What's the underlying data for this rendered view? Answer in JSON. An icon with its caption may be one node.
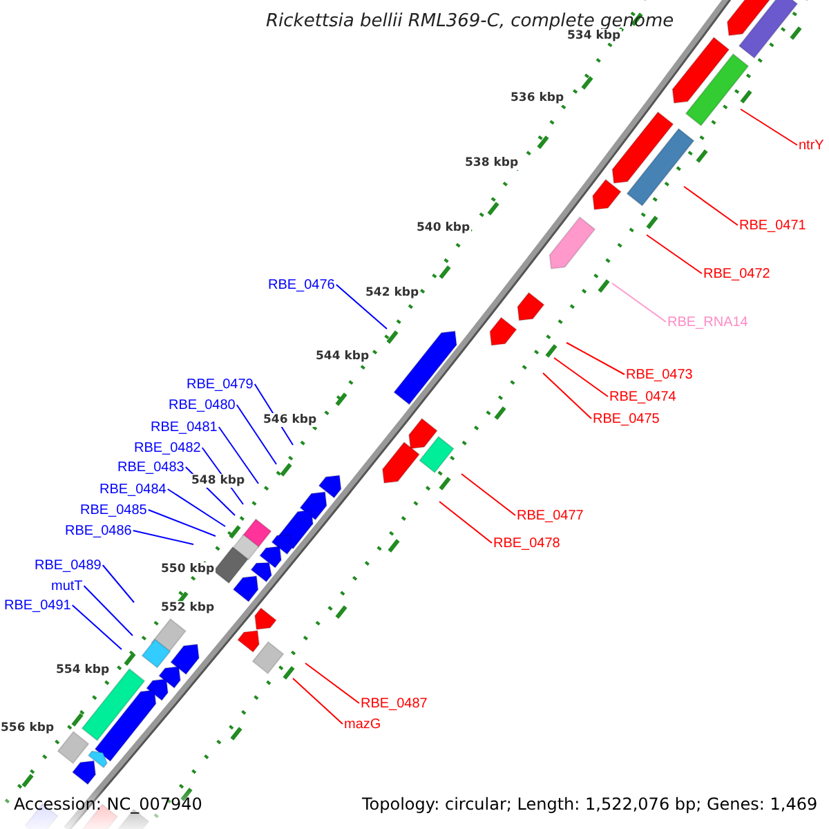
{
  "diagram": {
    "title": "Rickettsia bellii RML369-C, complete genome",
    "nodes": [
      {
        "text": [
          "ntrY"
        ]
      },
      {
        "text": [
          "RBE_0471"
        ]
      },
      {
        "text": [
          "RBE_0472"
        ]
      },
      {
        "text": [
          "RBE_0476"
        ]
      },
      {
        "text": [
          "RBE_RNA14"
        ]
      },
      {
        "text": [
          "RBE_0473"
        ]
      },
      {
        "text": [
          "RBE_0479"
        ]
      },
      {
        "text": [
          "RBE_0474"
        ]
      },
      {
        "text": [
          "RBE_0480"
        ]
      },
      {
        "text": [
          "RBE_0475"
        ]
      },
      {
        "text": [
          "RBE_0481"
        ]
      },
      {
        "text": [
          "RBE_0482"
        ]
      },
      {
        "text": [
          "RBE_0483"
        ]
      },
      {
        "text": [
          "RBE_0484"
        ]
      },
      {
        "text": [
          "RBE_0485"
        ]
      },
      {
        "text": [
          "RBE_0477"
        ]
      },
      {
        "text": [
          "RBE_0486"
        ]
      },
      {
        "text": [
          "RBE_0478"
        ]
      },
      {
        "text": [
          "RBE_0489"
        ]
      },
      {
        "text": [
          "mutT"
        ]
      },
      {
        "text": [
          "RBE_0491"
        ]
      },
      {
        "text": [
          "RBE_0487"
        ]
      },
      {
        "text": [
          "mazG"
        ]
      }
    ],
    "edges": [
      {
        "from": 0,
        "to": null,
        "arrow": "none",
        "color": "#ff0000"
      },
      {
        "from": 1,
        "to": null,
        "arrow": "none",
        "color": "#ff0000"
      },
      {
        "from": 2,
        "to": null,
        "arrow": "none",
        "color": "#ff0000"
      },
      {
        "from": 3,
        "to": null,
        "arrow": "none"
      },
      {
        "from": 4,
        "to": null,
        "arrow": "none",
        "color": "#ff99cc"
      },
      {
        "from": 5,
        "to": null,
        "arrow": "none",
        "color": "#ff0000"
      },
      {
        "from": 6,
        "to": null,
        "arrow": "none"
      },
      {
        "from": 7,
        "to": null,
        "arrow": "none",
        "color": "#ff0000"
      },
      {
        "from": 8,
        "to": null,
        "arrow": "none"
      },
      {
        "from": 9,
        "to": null,
        "arrow": "none",
        "color": "#ff0000"
      },
      {
        "from": 10,
        "to": null,
        "arrow": "none"
      },
      {
        "from": 11,
        "to": null,
        "arrow": "none"
      },
      {
        "from": 12,
        "to": null,
        "arrow": "none"
      },
      {
        "from": 13,
        "to": null,
        "arrow": "none"
      },
      {
        "from": 14,
        "to": null,
        "arrow": "none"
      },
      {
        "from": 15,
        "to": null,
        "arrow": "none",
        "color": "#ff0000"
      },
      {
        "from": 16,
        "to": null,
        "arrow": "none"
      },
      {
        "from": 17,
        "to": null,
        "arrow": "none",
        "color": "#ff0000"
      },
      {
        "from": 18,
        "to": null,
        "arrow": "none"
      },
      {
        "from": 19,
        "to": null,
        "arrow": "none"
      },
      {
        "from": 20,
        "to": null,
        "arrow": "none"
      },
      {
        "from": 21,
        "to": null,
        "arrow": "none",
        "color": "#ff0000"
      },
      {
        "from": 22,
        "to": null,
        "arrow": "none",
        "color": "#ff0000"
      }
    ],
    "labels": [
      "534 kbp",
      "536 kbp",
      "538 kbp",
      "540 kbp",
      "542 kbp",
      "544 kbp",
      "546 kbp",
      "548 kbp",
      "550 kbp",
      "552 kbp",
      "554 kbp",
      "556 kbp",
      "Accession: NC_007940",
      "Topology: circular; Length: 1,522,076 bp; Genes: 1,469"
    ]
  }
}
